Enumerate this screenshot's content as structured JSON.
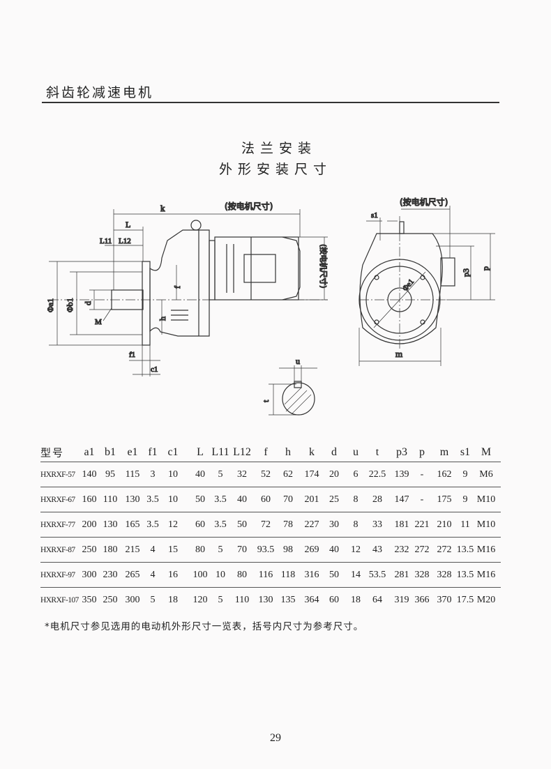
{
  "header": {
    "section_title": "斜齿轮减速电机"
  },
  "title": {
    "line1": "法兰安装",
    "line2": "外形安装尺寸"
  },
  "drawing": {
    "labels": {
      "k": "k",
      "motor_dim_top": "(按电机尺寸)",
      "L": "L",
      "L11": "L11",
      "L12": "L12",
      "a1": "Φa1",
      "b1": "Φb1",
      "d": "d",
      "M": "M",
      "f": "f",
      "h": "h",
      "motor_dim_vertical": "(按电机尺寸)",
      "f1": "f1",
      "c1": "c1",
      "u": "u",
      "t": "t",
      "motor_dim_right": "(按电机尺寸)",
      "s1": "s1",
      "e1": "Φe1",
      "p3": "p3",
      "p": "p",
      "m": "m"
    }
  },
  "table": {
    "columns": [
      "型号",
      "a1",
      "b1",
      "e1",
      "f1",
      "c1",
      "L",
      "L11",
      "L12",
      "f",
      "h",
      "k",
      "d",
      "u",
      "t",
      "p3",
      "p",
      "m",
      "s1",
      "M"
    ],
    "rows": [
      [
        "HXRXF-57",
        "140",
        "95",
        "115",
        "3",
        "10",
        "40",
        "5",
        "32",
        "52",
        "62",
        "174",
        "20",
        "6",
        "22.5",
        "139",
        "-",
        "162",
        "9",
        "M6"
      ],
      [
        "HXRXF-67",
        "160",
        "110",
        "130",
        "3.5",
        "10",
        "50",
        "3.5",
        "40",
        "60",
        "70",
        "201",
        "25",
        "8",
        "28",
        "147",
        "-",
        "175",
        "9",
        "M10"
      ],
      [
        "HXRXF-77",
        "200",
        "130",
        "165",
        "3.5",
        "12",
        "60",
        "3.5",
        "50",
        "72",
        "78",
        "227",
        "30",
        "8",
        "33",
        "181",
        "221",
        "210",
        "11",
        "M10"
      ],
      [
        "HXRXF-87",
        "250",
        "180",
        "215",
        "4",
        "15",
        "80",
        "5",
        "70",
        "93.5",
        "98",
        "269",
        "40",
        "12",
        "43",
        "232",
        "272",
        "272",
        "13.5",
        "M16"
      ],
      [
        "HXRXF-97",
        "300",
        "230",
        "265",
        "4",
        "16",
        "100",
        "10",
        "80",
        "116",
        "118",
        "316",
        "50",
        "14",
        "53.5",
        "281",
        "328",
        "328",
        "13.5",
        "M16"
      ],
      [
        "HXRXF-107",
        "350",
        "250",
        "300",
        "5",
        "18",
        "120",
        "5",
        "110",
        "130",
        "135",
        "364",
        "60",
        "18",
        "64",
        "319",
        "366",
        "370",
        "17.5",
        "M20"
      ]
    ]
  },
  "footnote": "*电机尺寸参见选用的电动机外形尺寸一览表，括号内尺寸为参考尺寸。",
  "page_number": "29"
}
